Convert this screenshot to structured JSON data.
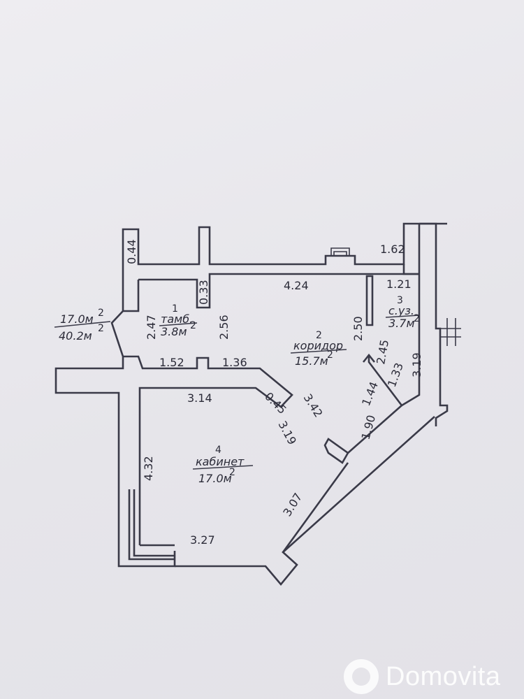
{
  "totals": {
    "living_area": "17.0м",
    "total_area": "40.2м",
    "unit_sup": "2"
  },
  "rooms": [
    {
      "number": "1",
      "name": "тамб.",
      "area": "3.8м",
      "sup": "2"
    },
    {
      "number": "2",
      "name": "коридор",
      "area": "15.7м",
      "sup": "2"
    },
    {
      "number": "3",
      "name": "с.уз.",
      "area": "3.7м",
      "sup": "2"
    },
    {
      "number": "4",
      "name": "кабинет",
      "area": "17.0м",
      "sup": "2"
    }
  ],
  "dimensions": {
    "d044": "0.44",
    "d033": "0.33",
    "d162": "1.62",
    "d424": "4.24",
    "d121": "1.21",
    "d247": "2.47",
    "d256": "2.56",
    "d250": "2.50",
    "d245": "2.45",
    "d319a": "3.19",
    "d133": "1.33",
    "d152": "1.52",
    "d136": "1.36",
    "d314": "3.14",
    "d045": "0.45",
    "d342": "3.42",
    "d144": "1.44",
    "d319b": "3.19",
    "d190": "1.90",
    "d432": "4.32",
    "d307": "3.07",
    "d327": "3.27"
  },
  "watermark": {
    "text": "Domovita"
  }
}
